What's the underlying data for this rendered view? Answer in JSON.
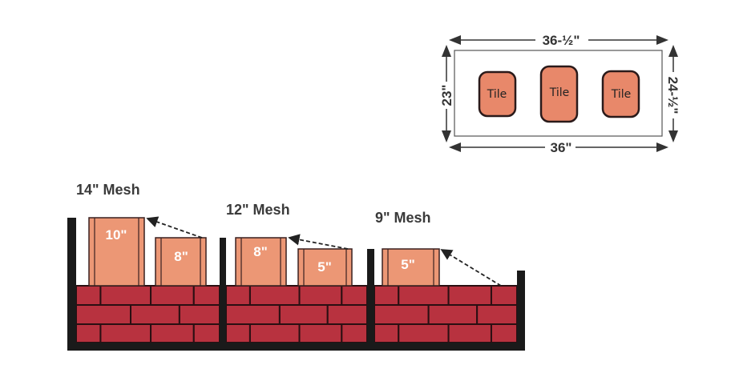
{
  "plan": {
    "top_dim": "36-½\"",
    "bottom_dim": "36\"",
    "left_dim": "23\"",
    "right_dim": "24-½\"",
    "tiles": [
      "Tile",
      "Tile",
      "Tile"
    ]
  },
  "sections": [
    {
      "title": "14\" Mesh",
      "boxes": [
        "10\"",
        "8\""
      ]
    },
    {
      "title": "12\" Mesh",
      "boxes": [
        "8\"",
        "5\""
      ]
    },
    {
      "title": "9\" Mesh",
      "boxes": [
        "5\""
      ]
    }
  ],
  "colors": {
    "brick": "#b8323f",
    "box": "#ec9775",
    "wall": "#1a1a1a",
    "tile": "#e8886a"
  }
}
